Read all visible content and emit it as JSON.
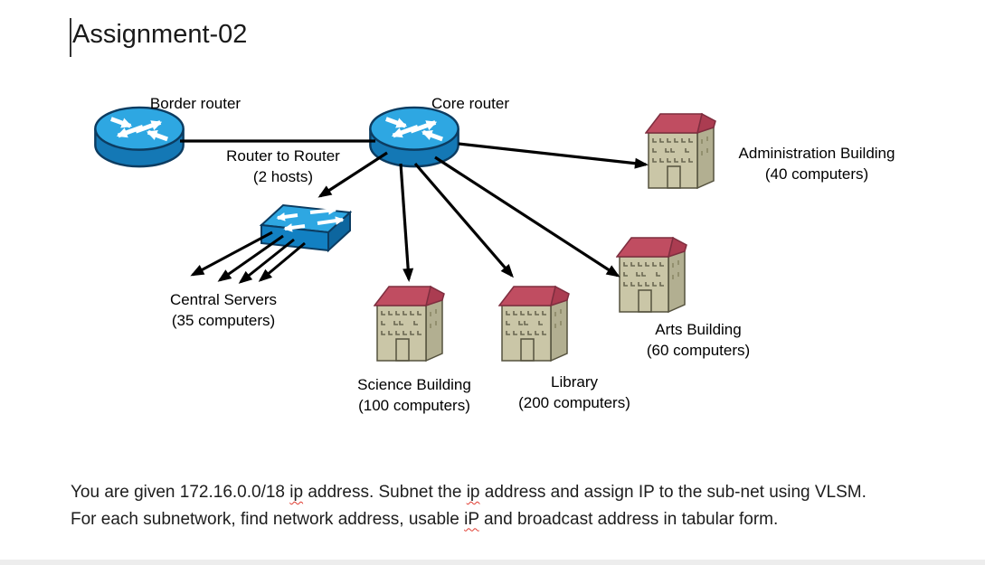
{
  "title": "Assignment-02",
  "diagram": {
    "nodes": {
      "border_router": {
        "label": "Border router",
        "icon": "router-icon"
      },
      "core_router": {
        "label": "Core router",
        "icon": "router-icon"
      },
      "switch": {
        "icon": "switch-icon"
      },
      "central_servers": {
        "name": "Central Servers",
        "capacity": "(35 computers)"
      },
      "admin_building": {
        "name": "Administration Building",
        "capacity": "(40 computers)",
        "icon": "building-icon"
      },
      "arts_building": {
        "name": "Arts Building",
        "capacity": "(60 computers)",
        "icon": "building-icon"
      },
      "science_building": {
        "name": "Science Building",
        "capacity": "(100 computers)",
        "icon": "building-icon"
      },
      "library": {
        "name": "Library",
        "capacity": "(200 computers)",
        "icon": "building-icon"
      }
    },
    "link_label": {
      "name": "Router to Router",
      "capacity": "(2 hosts)"
    },
    "colors": {
      "device_top": "#2ea7e2",
      "device_side": "#1478b5",
      "device_outline": "#0c3c61",
      "switch_front": "#1280c2",
      "switch_side": "#0d669f",
      "wall_front": "#cac6a7",
      "wall_side": "#b2af91",
      "wall_outline": "#55523e",
      "roof_front": "#c04d61",
      "roof_side": "#ab3c51",
      "roof_outline": "#7e2e3f",
      "window_mark": "#6b6852",
      "side_window_mark": "#85825f",
      "arrow": "#000000",
      "spell_underline": "#e03b30"
    }
  },
  "paragraph": {
    "line1": [
      {
        "text": "You are given 172.16.0.0/18 "
      },
      {
        "text": "ip",
        "misspelled": true
      },
      {
        "text": " address. Subnet the "
      },
      {
        "text": "ip",
        "misspelled": true
      },
      {
        "text": " address and assign IP to the sub-net using VLSM."
      }
    ],
    "line2": [
      {
        "text": "For each subnetwork, find network address, usable "
      },
      {
        "text": "iP",
        "misspelled": true
      },
      {
        "text": " and broadcast address in tabular form."
      }
    ]
  }
}
